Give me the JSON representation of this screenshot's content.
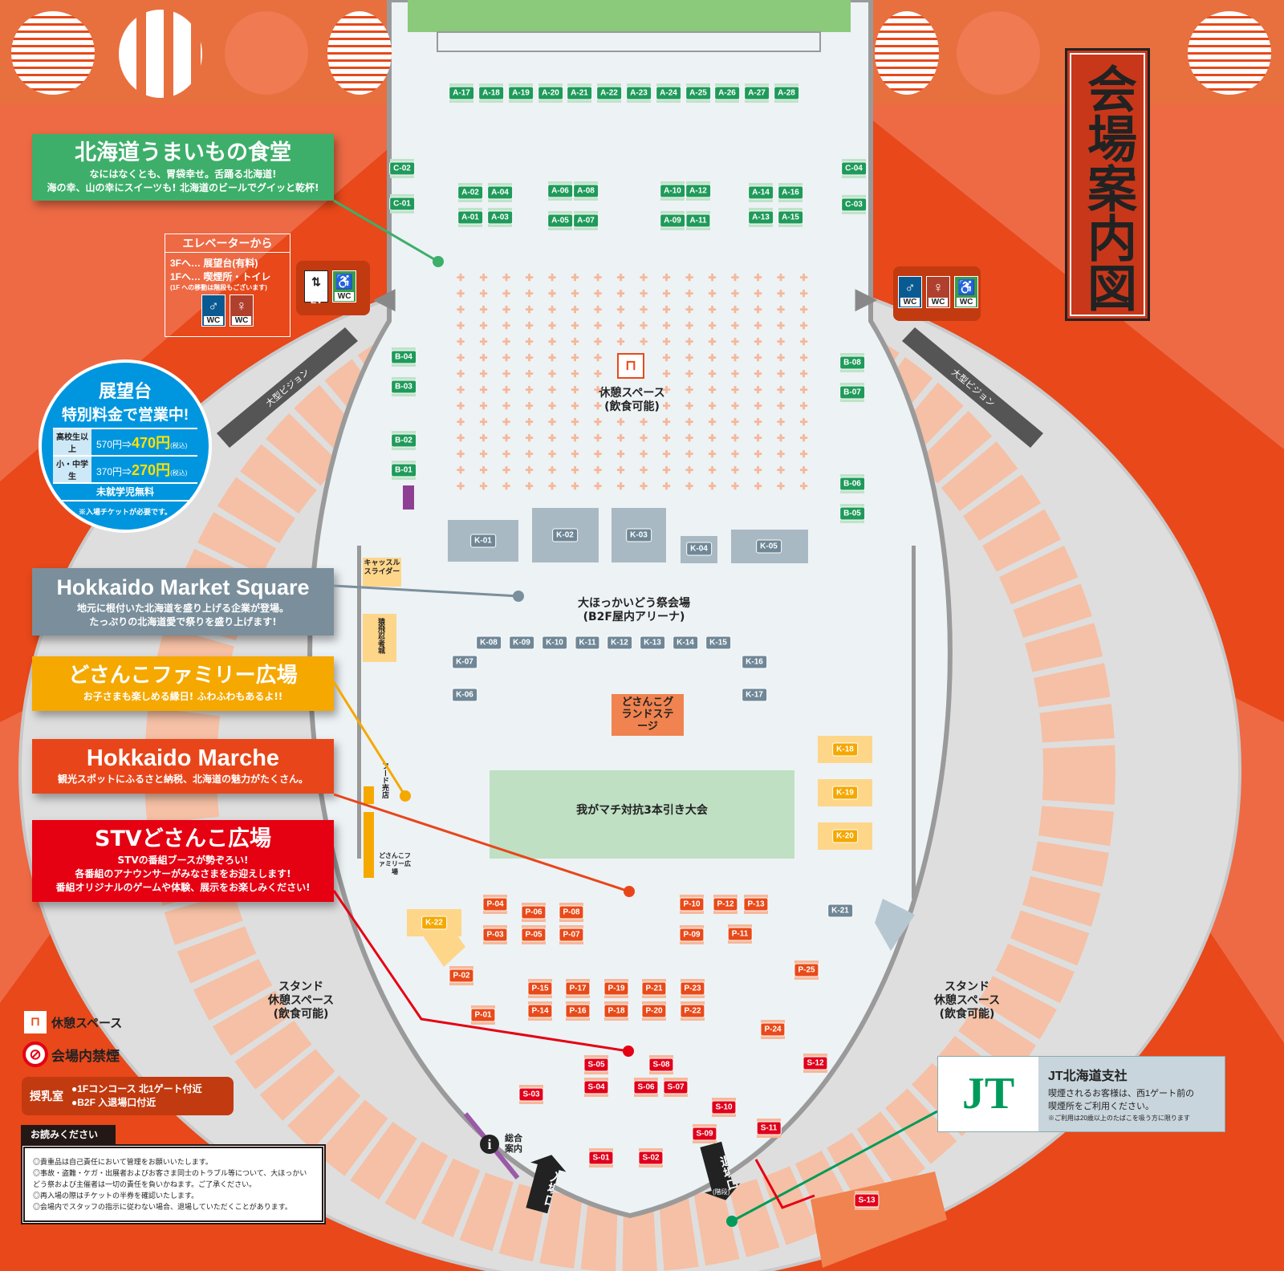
{
  "title": "会場案内図",
  "colors": {
    "bg": "#e8481a",
    "green": "#3daf6a",
    "grey": "#7a8f9b",
    "yellow": "#f5a800",
    "orange": "#e8461a",
    "red": "#e50012",
    "arena": "#edf2f5"
  },
  "panels": {
    "umaimono": {
      "title": "北海道うまいもの食堂",
      "line1": "なにはなくとも、胃袋幸せ。舌踊る北海道!",
      "line2": "海の幸、山の幸にスイーツも! 北海道のビールでグイッと乾杯!"
    },
    "market": {
      "title": "Hokkaido Market Square",
      "line1": "地元に根付いた北海道を盛り上げる企業が登場。",
      "line2": "たっぷりの北海道愛で祭りを盛り上げます!"
    },
    "family": {
      "title": "どさんこファミリー広場",
      "line1": "お子さまも楽しめる縁日! ふわふわもあるよ!!"
    },
    "marche": {
      "title": "Hokkaido Marche",
      "line1": "観光スポットにふるさと納税、北海道の魅力がたくさん。"
    },
    "stv": {
      "title": "STVどさんこ広場",
      "line1": "STVの番組ブースが勢ぞろい!",
      "line2": "各番組のアナウンサーがみなさまをお迎えします!",
      "line3": "番組オリジナルのゲームや体験、展示をお楽しみください!"
    }
  },
  "elevator": {
    "title": "エレベーターから",
    "line1": "3Fへ… 展望台(有料)",
    "line2": "1Fへ… 喫煙所・トイレ",
    "note": "(1F への移動は階段もございます)",
    "ev": "EV",
    "wc": "WC"
  },
  "observatory": {
    "title": "展望台",
    "subtitle": "特別料金で営業中!",
    "rows": [
      {
        "who": "高校生以上",
        "old": "570円⇒",
        "new": "470円",
        "tax": "(税込)"
      },
      {
        "who": "小・中学生",
        "old": "370円⇒",
        "new": "270円",
        "tax": "(税込)"
      }
    ],
    "free": "未就学児無料",
    "note": "※入場チケットが必要です。"
  },
  "vision": "大型ビジョン",
  "arena": {
    "rest": "休憩スペース",
    "rest2": "(飲食可能)",
    "venue": "大ほっかいどう祭会場",
    "venue2": "(B2F屋内アリーナ)",
    "stage": "どさんこグランドステージ",
    "tug": "我がマチ対抗3本引き大会",
    "castle_slider": "キャッスルスライダー",
    "ninja": "猿飛忍者城",
    "food": "フード売店",
    "family_small": "どさんこファミリー広場",
    "stand_rest": [
      "スタンド",
      "休憩スペース",
      "(飲食可能)"
    ],
    "info": "総合案内",
    "entrance": "入場口",
    "exit": "退場口",
    "stairs": "(階段)"
  },
  "booths": {
    "green": [
      "A-17",
      "A-18",
      "A-19",
      "A-20",
      "A-21",
      "A-22",
      "A-23",
      "A-24",
      "A-25",
      "A-26",
      "A-27",
      "A-28",
      "A-02",
      "A-04",
      "A-01",
      "A-03",
      "A-06",
      "A-08",
      "A-05",
      "A-07",
      "A-10",
      "A-12",
      "A-09",
      "A-11",
      "A-14",
      "A-16",
      "A-13",
      "A-15",
      "C-02",
      "C-01",
      "C-04",
      "C-03",
      "B-04",
      "B-03",
      "B-02",
      "B-01",
      "B-08",
      "B-07",
      "B-06",
      "B-05"
    ],
    "grey": [
      "K-01",
      "K-02",
      "K-03",
      "K-04",
      "K-05",
      "K-08",
      "K-09",
      "K-10",
      "K-11",
      "K-12",
      "K-13",
      "K-14",
      "K-15",
      "K-07",
      "K-06",
      "K-16",
      "K-17",
      "K-21"
    ],
    "yellow": [
      "K-18",
      "K-19",
      "K-20",
      "K-22"
    ],
    "orange": [
      "P-04",
      "P-03",
      "P-06",
      "P-05",
      "P-08",
      "P-07",
      "P-10",
      "P-09",
      "P-12",
      "P-13",
      "P-11",
      "P-02",
      "P-01",
      "P-15",
      "P-14",
      "P-17",
      "P-16",
      "P-19",
      "P-18",
      "P-21",
      "P-20",
      "P-23",
      "P-22",
      "P-25",
      "P-24"
    ],
    "red": [
      "S-05",
      "S-04",
      "S-08",
      "S-06",
      "S-07",
      "S-03",
      "S-12",
      "S-10",
      "S-09",
      "S-11",
      "S-01",
      "S-02",
      "S-13"
    ]
  },
  "legend": {
    "rest": "休憩スペース",
    "nosmoke": "会場内禁煙",
    "nursing": "授乳室",
    "nursing1": "●1Fコンコース 北1ゲート付近",
    "nursing2": "●B2F 入退場口付近"
  },
  "notice": {
    "title": "お読みください",
    "items": [
      "◎貴重品は自己責任において管理をお願いいたします。",
      "◎事故・盗難・ケガ・出展者およびお客さま同士のトラブル等について、大ほっかいどう祭および主催者は一切の責任を負いかねます。ご了承ください。",
      "◎再入場の際はチケットの半券を確認いたします。",
      "◎会場内でスタッフの指示に従わない場合、退場していただくことがあります。"
    ]
  },
  "jt": {
    "logo": "JT",
    "title": "JT北海道支社",
    "line1": "喫煙されるお客様は、西1ゲート前の",
    "line2": "喫煙所をご利用ください。",
    "note": "※ご利用は20歳以上のたばこを吸う方に限ります"
  }
}
